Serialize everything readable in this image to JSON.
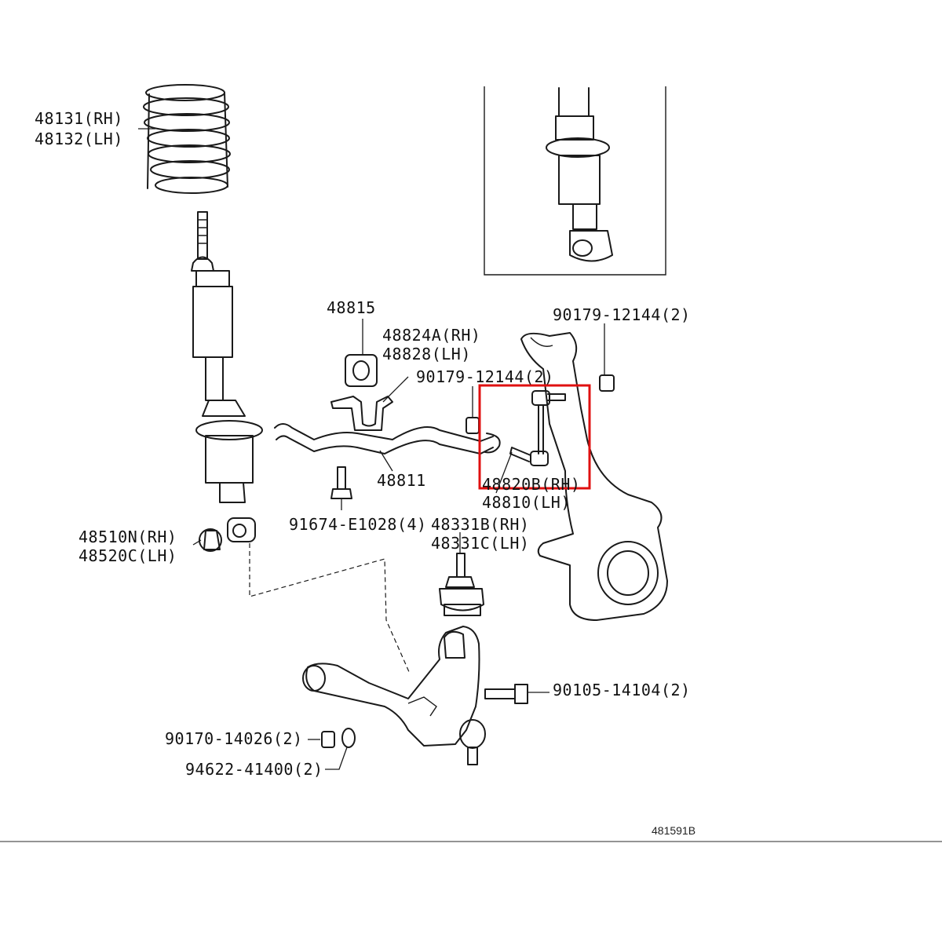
{
  "diagram": {
    "labels": {
      "spring_rh": "48131(RH)",
      "spring_lh": "48132(LH)",
      "bushing_48815": "48815",
      "bracket_rh": "48824A(RH)",
      "bracket_lh": "48828(LH)",
      "nut_upper_right": "90179-12144(2)",
      "nut_middle": "90179-12144(2)",
      "stabilizer_bar": "48811",
      "link_rh": "48820B(RH)",
      "link_lh": "48810(LH)",
      "bolt_91674": "91674-E1028(4)",
      "ball_joint_rh": "48331B(RH)",
      "ball_joint_lh": "48331C(LH)",
      "lower_bush_rh": "48510N(RH)",
      "lower_bush_lh": "48520C(LH)",
      "bolt_90105": "90105-14104(2)",
      "nut_90170": "90170-14026(2)",
      "washer_94622": "94622-41400(2)",
      "diagram_ref": "481591B"
    },
    "highlight_color": "#e01010"
  }
}
